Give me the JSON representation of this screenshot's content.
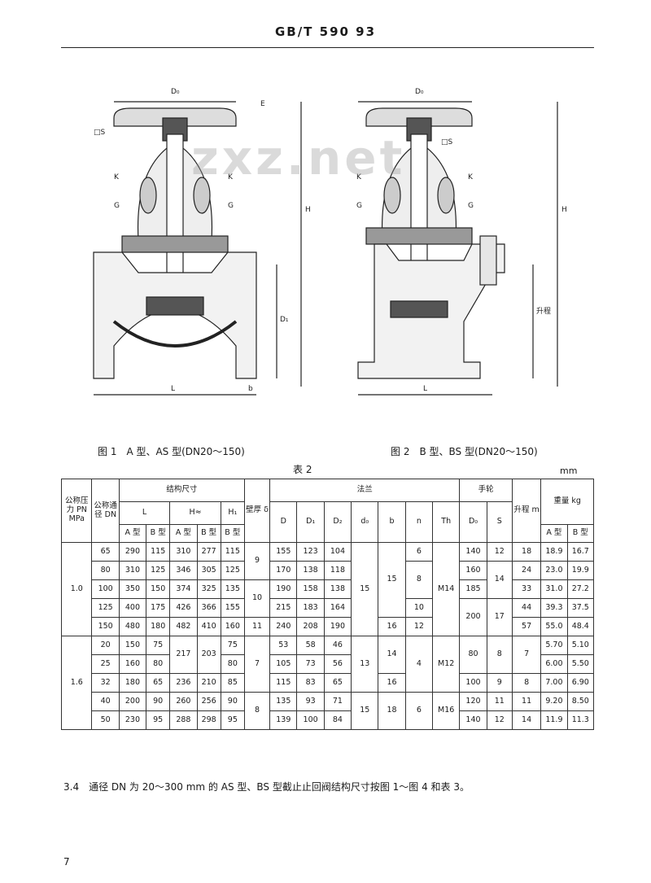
{
  "header": {
    "code": "GB/T 590 93"
  },
  "figures": {
    "fig1_caption": "图 1　A 型、AS 型(DN20～150)",
    "fig2_caption": "图 2　B 型、BS 型(DN20～150)",
    "fig1_labels": {
      "top": "D₀",
      "left_small": "□S",
      "k_left": "K",
      "k_right": "K",
      "g_left": "G",
      "g_right": "G",
      "h_right": "H",
      "e_top": "E",
      "bottom": "L",
      "d_side": "D₁",
      "b_side": "b"
    },
    "fig2_labels": {
      "top": "D₀",
      "left_small": "□S",
      "k_left": "K",
      "k_right": "K",
      "g_left": "G",
      "g_right": "G",
      "h_right": "H",
      "lift": "升程",
      "bottom": "L"
    }
  },
  "watermark": "zxz.net",
  "table": {
    "title": "表 2",
    "unit": "mm",
    "headers": {
      "pn": "公称压力 PN MPa",
      "dn": "公称通径 DN",
      "struct": "结构尺寸",
      "L": "L",
      "H": "H≈",
      "H1": "H₁",
      "L_A": "A 型",
      "L_B": "B 型",
      "H_A": "A 型",
      "H_B": "B 型",
      "H1_B": "B 型",
      "wall": "壁厚 δ",
      "flange": "法兰",
      "D": "D",
      "D1": "D₁",
      "D2": "D₂",
      "d0": "d₀",
      "b": "b",
      "n": "n",
      "Th": "Th",
      "wheel": "手轮",
      "D0": "D₀",
      "S": "S",
      "lift": "升程 m",
      "mass": "重量 kg",
      "mass_A": "A 型",
      "mass_B": "B 型"
    },
    "groups": [
      {
        "pn": "1.0",
        "rows": [
          {
            "dn": "65",
            "LA": "290",
            "LB": "115",
            "HA": "310",
            "HB": "277",
            "H1": "115",
            "D": "155",
            "D1": "123",
            "D2": "104",
            "n": "6",
            "D0": "140",
            "S": "12",
            "lift": "18",
            "mA": "18.9",
            "mB": "16.7"
          },
          {
            "dn": "80",
            "LA": "310",
            "LB": "125",
            "HA": "346",
            "HB": "305",
            "H1": "125",
            "D": "170",
            "D1": "138",
            "D2": "118",
            "D0": "160",
            "lift": "24",
            "mA": "23.0",
            "mB": "19.9"
          },
          {
            "dn": "100",
            "LA": "350",
            "LB": "150",
            "HA": "374",
            "HB": "325",
            "H1": "135",
            "D": "190",
            "D1": "158",
            "D2": "138",
            "D0": "185",
            "lift": "33",
            "mA": "31.0",
            "mB": "27.2"
          },
          {
            "dn": "125",
            "LA": "400",
            "LB": "175",
            "HA": "426",
            "HB": "366",
            "H1": "155",
            "D": "215",
            "D1": "183",
            "D2": "164",
            "n": "10",
            "lift": "44",
            "mA": "39.3",
            "mB": "37.5"
          },
          {
            "dn": "150",
            "LA": "480",
            "LB": "180",
            "HA": "482",
            "HB": "410",
            "H1": "160",
            "wall": "11",
            "D": "240",
            "D1": "208",
            "D2": "190",
            "b": "16",
            "n": "12",
            "lift": "57",
            "mA": "55.0",
            "mB": "48.4"
          }
        ],
        "merged": {
          "wall1": "9",
          "wall2": "10",
          "d0": "15",
          "b": "15",
          "n": "8",
          "Th": "M14",
          "S1": "14",
          "D0": "200",
          "S2": "17"
        }
      },
      {
        "pn": "1.6",
        "rows": [
          {
            "dn": "20",
            "LA": "150",
            "LB": "75",
            "H1": "75",
            "D": "53",
            "D1": "58",
            "D2": "46",
            "mA": "5.70",
            "mB": "5.10"
          },
          {
            "dn": "25",
            "LA": "160",
            "LB": "80",
            "H1": "80",
            "D": "105",
            "D1": "73",
            "D2": "56",
            "mA": "6.00",
            "mB": "5.50"
          },
          {
            "dn": "32",
            "LA": "180",
            "LB": "65",
            "HA": "236",
            "HB": "210",
            "H1": "85",
            "D": "115",
            "D1": "83",
            "D2": "65",
            "b": "16",
            "D0": "100",
            "S": "9",
            "lift": "8",
            "mA": "7.00",
            "mB": "6.90"
          },
          {
            "dn": "40",
            "LA": "200",
            "LB": "90",
            "HA": "260",
            "HB": "256",
            "H1": "90",
            "D": "135",
            "D1": "93",
            "D2": "71",
            "Th": "M16",
            "D0": "120",
            "S": "11",
            "lift": "11",
            "mA": "9.20",
            "mB": "8.50"
          },
          {
            "dn": "50",
            "LA": "230",
            "LB": "95",
            "HA": "288",
            "HB": "298",
            "H1": "95",
            "D": "139",
            "D1": "100",
            "D2": "84",
            "D0": "140",
            "S": "12",
            "lift": "14",
            "mA": "11.9",
            "mB": "11.3"
          }
        ],
        "merged": {
          "HA": "217",
          "HB": "203",
          "wall1": "7",
          "wall2": "8",
          "d0a": "13",
          "d0b": "15",
          "b": "14",
          "b2": "18",
          "n": "4",
          "n2": "6",
          "Th": "M12",
          "D0": "80",
          "S": "8",
          "lift": "7"
        }
      }
    ]
  },
  "footnote": "3.4　通径 DN 为 20～300 mm 的 AS 型、BS 型截止止回阀结构尺寸按图 1～图 4 和表 3。",
  "page_number": "7"
}
